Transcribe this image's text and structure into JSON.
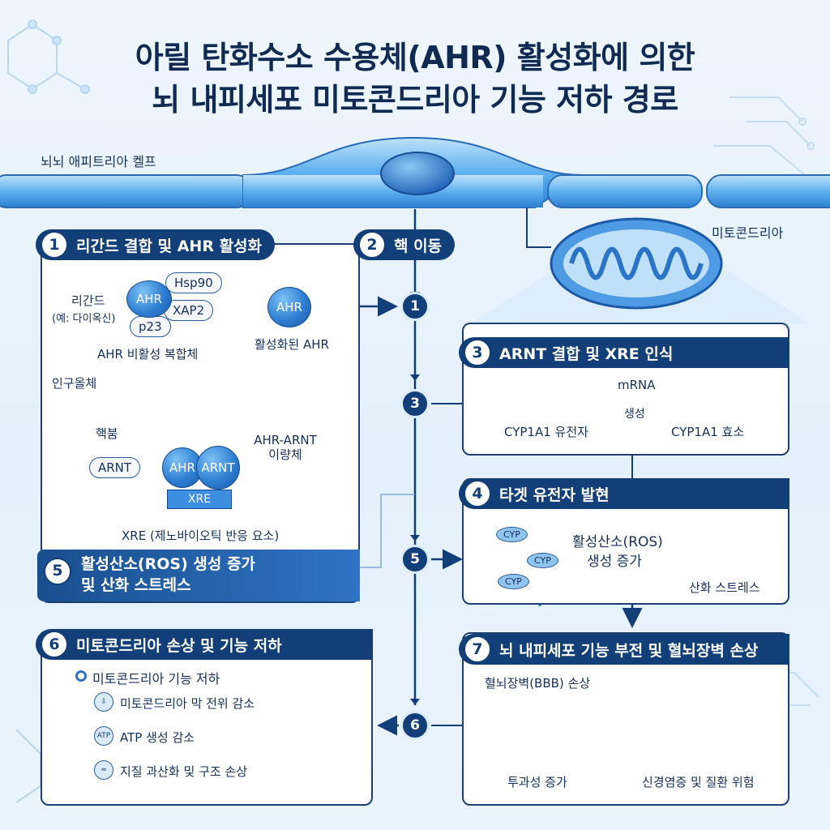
{
  "title": {
    "line1": "아릴 탄화수소 수용체(AHR) 활성화에 의한",
    "line2": "뇌 내피세포 미토콘드리아 기능 저하 경로"
  },
  "cell_label": "뇌뇌 애피트리아 켈프",
  "mito_label": "미토콘드리아",
  "flow_nodes": [
    "1",
    "3",
    "5",
    "6"
  ],
  "step1": {
    "num": "1",
    "title": "리간드 결합 및 AHR 활성화",
    "ligand": "리간드",
    "ligand_example": "(예: 다이옥신)",
    "complex_labels": [
      "AHR",
      "Hsp90",
      "XAP2",
      "p23"
    ],
    "complex_caption": "AHR 비활성 복합체",
    "active": "AHR",
    "active_caption": "활성화된 AHR",
    "cytoplasm": "인구올체",
    "nucleus": "핵붐",
    "arnt": "ARNT",
    "dimer": [
      "AHR",
      "ARNT"
    ],
    "dimer_caption": "AHR-ARNT\n이량체",
    "xre": "XRE",
    "xre_caption": "XRE (제노바이오틱 반응 요소)"
  },
  "step2": {
    "num": "2",
    "title": "핵 이동"
  },
  "step3": {
    "num": "3",
    "title": "ARNT 결합 및 XRE 인식",
    "mrna": "mRNA",
    "mrna_sub": "생성",
    "gene": "CYP1A1 유전자",
    "enzyme": "CYP1A1 효소"
  },
  "step4": {
    "num": "4",
    "title": "타겟 유전자 발현",
    "cyp": [
      "CYP",
      "CYP",
      "CYP"
    ],
    "ros_line1": "활성산소(ROS)",
    "ros_line2": "생성 증가",
    "stress": "산화 스트레스"
  },
  "step5": {
    "num": "5",
    "title_line1": "활성산소(ROS) 생성 증가",
    "title_line2": "및 산화 스트레스"
  },
  "step6": {
    "num": "6",
    "title": "미토콘드리아 손상 및 기능 저하",
    "main": "미토콘드리아 기능 저하",
    "items": [
      "미토콘드리아 막 전위 감소",
      "ATP 생성 감소",
      "지질 과산화 및 구조 손상"
    ],
    "atp_icon": "ATP"
  },
  "step7": {
    "num": "7",
    "title": "뇌 내피세포 기능 부전 및 혈뇌장벽 손상",
    "bbb": "혈뇌장벽(BBB) 손상",
    "permeability": "투과성 증가",
    "risk": "신경염증 및 질환 위험"
  },
  "colors": {
    "navy": "#123f78",
    "blue": "#2f7fd3",
    "light": "#cfe6fa"
  }
}
